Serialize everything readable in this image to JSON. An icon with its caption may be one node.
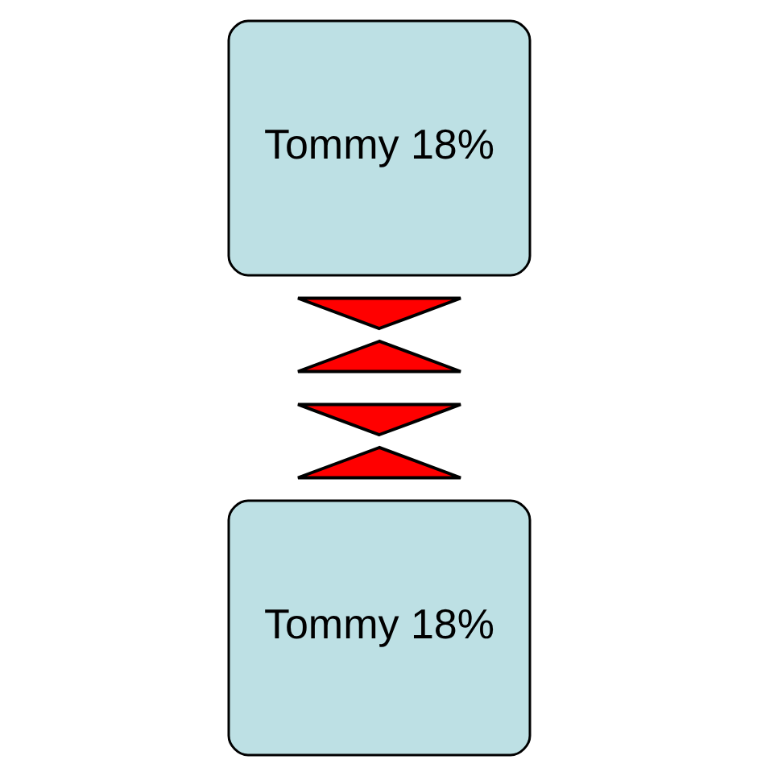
{
  "diagram": {
    "nodes": [
      {
        "text": [
          "Tommy 18%"
        ]
      },
      {
        "text": [],
        "shape": "triangle"
      },
      {
        "text": [],
        "shape": "triangle"
      },
      {
        "text": [],
        "shape": "triangle"
      },
      {
        "text": [],
        "shape": "triangle"
      },
      {
        "text": [
          "Tommy 18%"
        ]
      }
    ]
  }
}
